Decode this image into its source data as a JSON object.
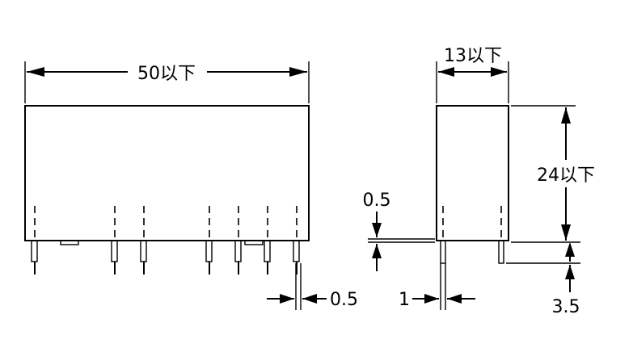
{
  "front_view": {
    "width_label": "50以下"
  },
  "side_view": {
    "width_label": "13以下",
    "height_label": "24以下",
    "terminal_offset_label": "0.5",
    "pin_length_label": "3.5",
    "pin_pitch_label": "1"
  },
  "bottom_labels": {
    "pin_width_label": "0.5"
  }
}
